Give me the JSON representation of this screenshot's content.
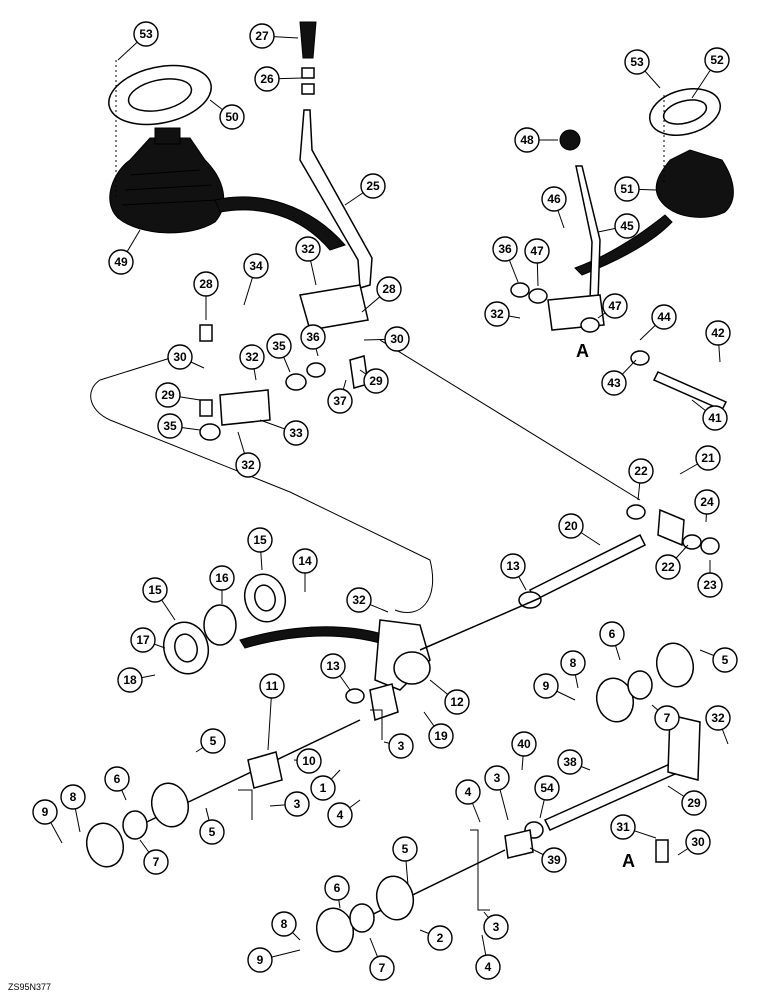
{
  "drawing_code": "ZS95N377",
  "section_markers": [
    "A",
    "A"
  ],
  "callouts": [
    "53",
    "50",
    "27",
    "26",
    "25",
    "49",
    "32",
    "34",
    "28",
    "28",
    "30",
    "36",
    "35",
    "32",
    "30",
    "29",
    "29",
    "37",
    "33",
    "35",
    "32",
    "52",
    "53",
    "48",
    "46",
    "45",
    "51",
    "36",
    "47",
    "47",
    "32",
    "44",
    "42",
    "43",
    "41",
    "21",
    "22",
    "24",
    "22",
    "23",
    "20",
    "13",
    "15",
    "16",
    "15",
    "14",
    "32",
    "17",
    "18",
    "13",
    "12",
    "19",
    "11",
    "10",
    "1",
    "3",
    "4",
    "5",
    "6",
    "5",
    "9",
    "8",
    "7",
    "3",
    "6",
    "8",
    "9",
    "7",
    "5",
    "32",
    "38",
    "29",
    "31",
    "30",
    "40",
    "3",
    "54",
    "39",
    "4",
    "5",
    "6",
    "8",
    "9",
    "7",
    "2",
    "3",
    "4"
  ]
}
